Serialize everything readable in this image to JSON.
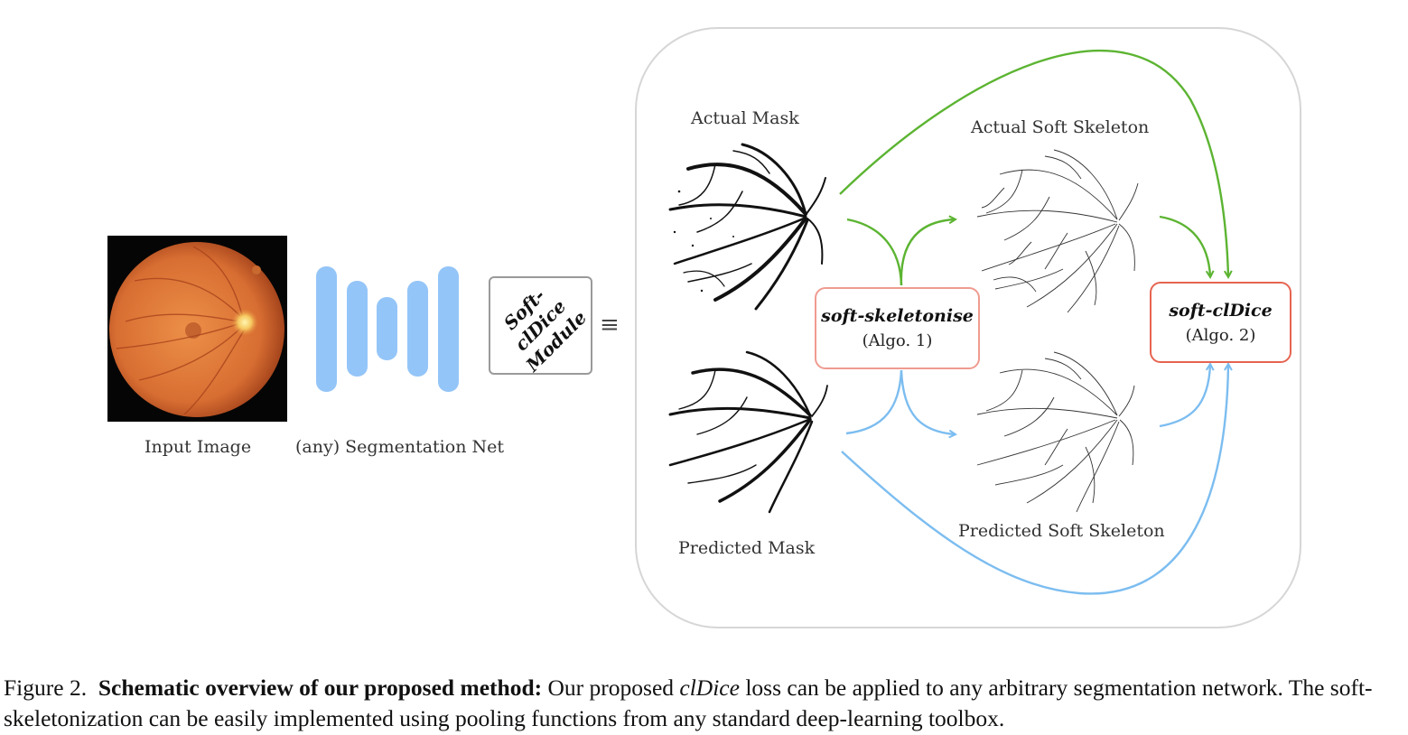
{
  "labels": {
    "input_image": "Input Image",
    "segmentation_net": "(any) Segmentation Net",
    "actual_mask": "Actual Mask",
    "predicted_mask": "Predicted Mask",
    "actual_soft_skeleton": "Actual Soft Skeleton",
    "predicted_soft_skeleton": "Predicted Soft Skeleton"
  },
  "module": {
    "line1": "Soft-clDice",
    "line2": "Module"
  },
  "equiv_symbol": "≡",
  "skeletonise_box": {
    "title": "soft-skeletonise",
    "sub": "(Algo. 1)"
  },
  "cldice_box": {
    "title": "soft-clDice",
    "sub": "(Algo. 2)"
  },
  "caption": {
    "figure": "Figure 2.",
    "bold": "Schematic overview of our proposed method:",
    "text_a": "Our proposed",
    "italic": "clDice",
    "text_b": "loss can be applied to any arbitrary segmentation network. The soft-skeletonization can be easily implemented using pooling functions from any standard deep-learning toolbox."
  },
  "colors": {
    "green": "#5cb432",
    "blue": "#7cbdf0",
    "network_bars": "#94c5f8",
    "skeletonise_border": "#ef9b90",
    "cldice_border": "#e66451",
    "panel_border": "#d6d6d6",
    "fundus": "#e07a3c"
  }
}
